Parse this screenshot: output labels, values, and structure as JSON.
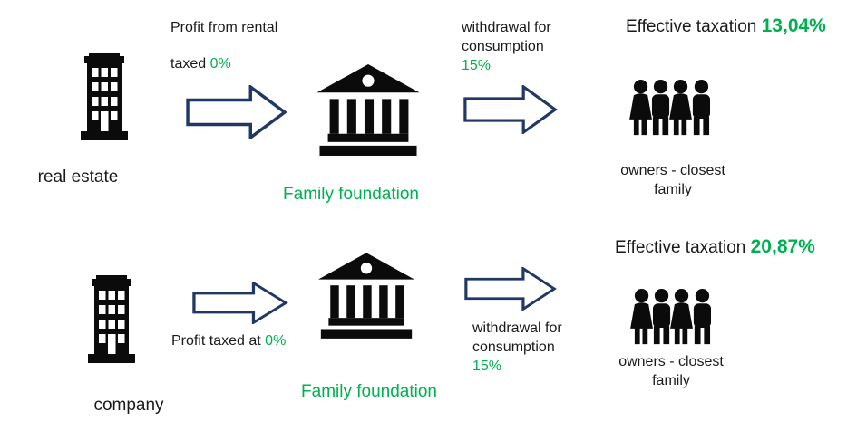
{
  "colors": {
    "accent_green": "#00B050",
    "arrow_outline_navy": "#1F3864",
    "icon_black": "#0b0b0b",
    "background": "#ffffff"
  },
  "icons": {
    "row1_source": "office-building-icon",
    "row2_source": "office-building-icon",
    "foundation": "bank-building-icon",
    "owners": "family-group-icon",
    "flow": "block-arrow-right-icon"
  },
  "row1": {
    "source": "real estate",
    "profit_line1": "Profit from rental",
    "taxed_prefix": "taxed ",
    "taxed_rate": "0%",
    "foundation": "Family foundation",
    "withdrawal_line1": "withdrawal for",
    "withdrawal_line2": "consumption",
    "withdrawal_rate": "15%",
    "effective_label": "Effective taxation ",
    "effective_value": "13,04%",
    "owners_line1": "owners - closest",
    "owners_line2": "family"
  },
  "row2": {
    "source": "company",
    "profit_prefix": "Profit taxed at ",
    "profit_rate": "0%",
    "foundation": "Family foundation",
    "withdrawal_line1": "withdrawal for",
    "withdrawal_line2": "consumption",
    "withdrawal_rate": "15%",
    "effective_label": "Effective taxation ",
    "effective_value": "20,87%",
    "owners_line1": "owners - closest",
    "owners_line2": "family"
  }
}
